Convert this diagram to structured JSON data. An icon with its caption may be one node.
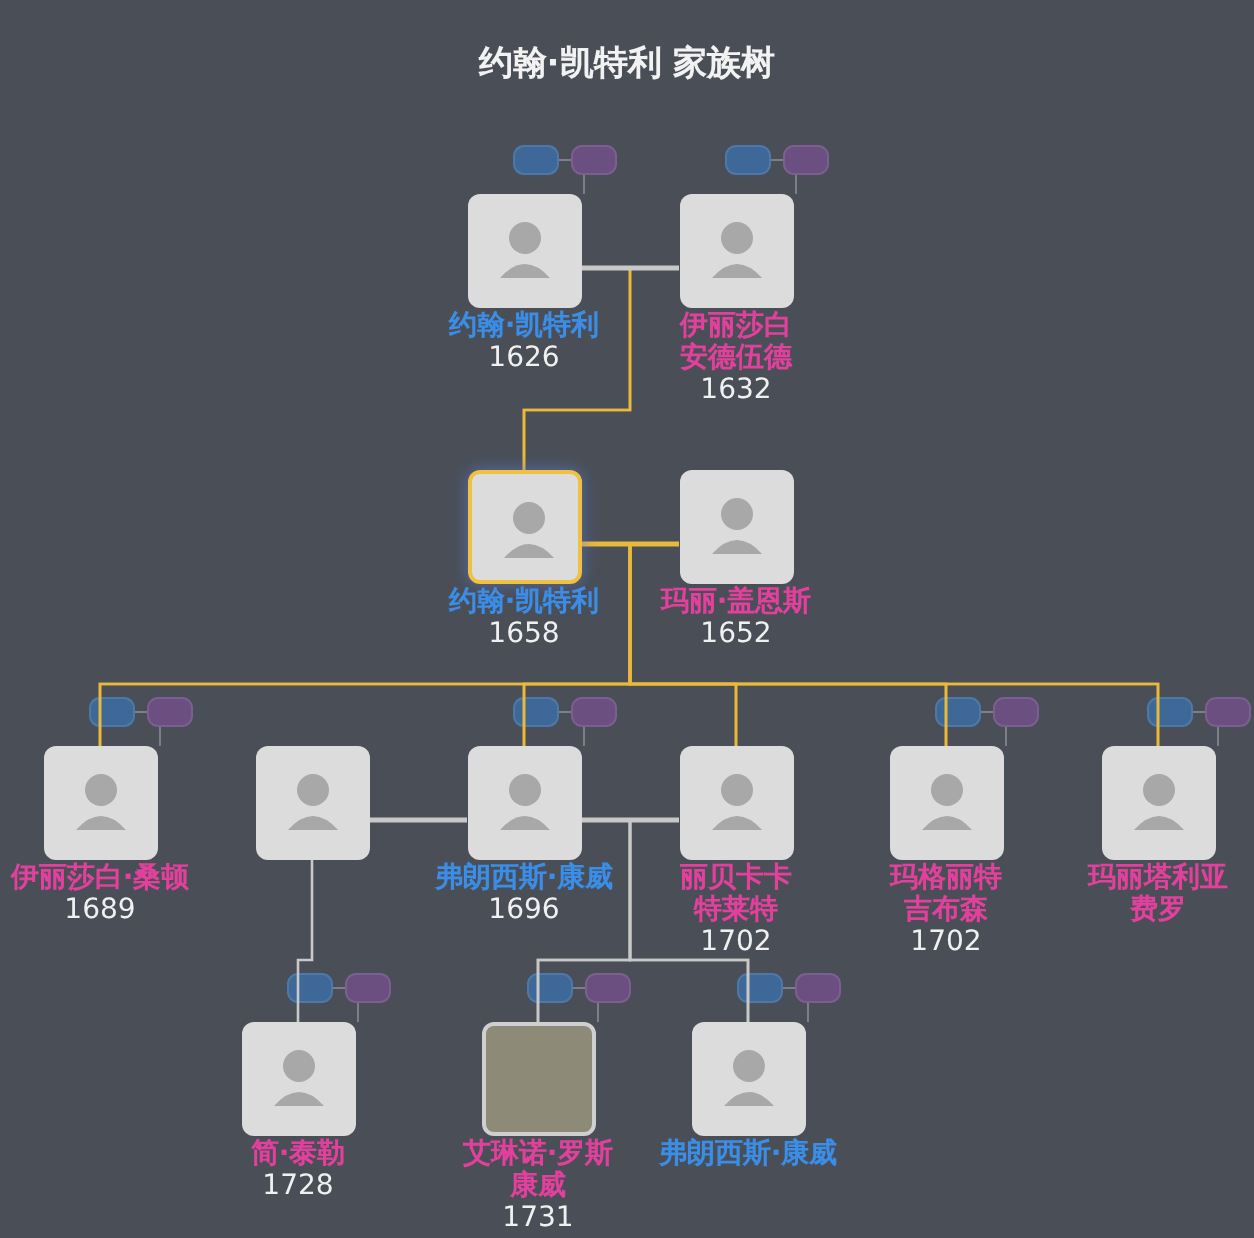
{
  "diagram": {
    "title": "约翰·凯特利 家族树",
    "nodes": [
      {
        "text": [
          "约翰·凯特利",
          "1626"
        ]
      },
      {
        "text": [
          "伊丽莎白安德伍德",
          "1632"
        ]
      },
      {
        "text": [
          "约翰·凯特利",
          "1658"
        ]
      },
      {
        "text": [
          "玛丽·盖恩斯",
          "1652"
        ]
      },
      {
        "text": [
          "伊丽莎白·桑顿",
          "1689"
        ]
      },
      {
        "text": [],
        "shape": "box"
      },
      {
        "text": [
          "弗朗西斯·康威",
          "1696"
        ]
      },
      {
        "text": [
          "丽贝卡卡特莱特",
          "1702"
        ]
      },
      {
        "text": [
          "玛格丽特吉布森",
          "1702"
        ]
      },
      {
        "text": [
          "玛丽塔利亚费罗"
        ]
      },
      {
        "text": [
          "简·泰勒",
          "1728"
        ]
      },
      {
        "text": [
          "艾琳诺·罗斯康威",
          "1731"
        ]
      },
      {
        "text": [
          "弗朗西斯·康威"
        ]
      }
    ],
    "edges": [
      {
        "from": 0,
        "to": 1,
        "arrow": "none",
        "color": "#c8c8c8"
      },
      {
        "from": 0,
        "to": 2,
        "arrow": "none"
      },
      {
        "from": 1,
        "to": 2,
        "arrow": "none"
      },
      {
        "from": 2,
        "to": 3,
        "arrow": "none"
      },
      {
        "from": 2,
        "to": 4,
        "arrow": "none"
      },
      {
        "from": 2,
        "to": 6,
        "arrow": "none"
      },
      {
        "from": 2,
        "to": 7,
        "arrow": "none"
      },
      {
        "from": 2,
        "to": 8,
        "arrow": "none"
      },
      {
        "from": 2,
        "to": 9,
        "arrow": "none"
      },
      {
        "from": 3,
        "to": 4,
        "arrow": "none"
      },
      {
        "from": 3,
        "to": 6,
        "arrow": "none"
      },
      {
        "from": 3,
        "to": 7,
        "arrow": "none"
      },
      {
        "from": 3,
        "to": 8,
        "arrow": "none"
      },
      {
        "from": 3,
        "to": 9,
        "arrow": "none"
      },
      {
        "from": 5,
        "to": 6,
        "arrow": "none",
        "color": "#c8c8c8"
      },
      {
        "from": 6,
        "to": 7,
        "arrow": "none",
        "color": "#c8c8c8"
      },
      {
        "from": 5,
        "to": 10,
        "arrow": "none",
        "color": "#c8c8c8"
      },
      {
        "from": 6,
        "to": 11,
        "arrow": "none",
        "color": "#c8c8c8"
      },
      {
        "from": 7,
        "to": 11,
        "arrow": "none",
        "color": "#c8c8c8"
      },
      {
        "from": 6,
        "to": 12,
        "arrow": "none",
        "color": "#c8c8c8"
      },
      {
        "from": 7,
        "to": 12,
        "arrow": "none",
        "color": "#c8c8c8"
      }
    ]
  }
}
